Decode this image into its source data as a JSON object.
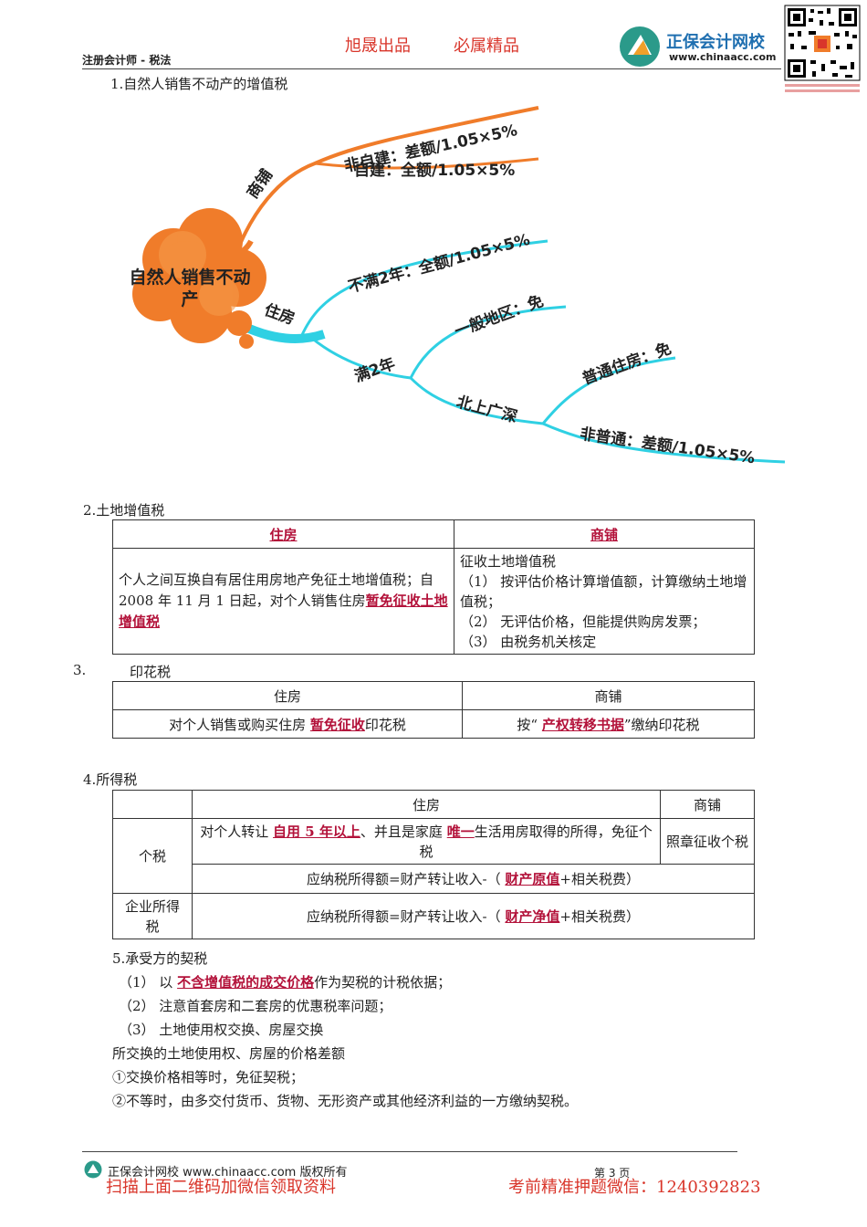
{
  "header": {
    "slogan_left": "旭晟出品",
    "slogan_right": "必属精品",
    "doc_title": "注册会计师 - 税法",
    "brand_name": "正保会计网校",
    "brand_url": "www.chinaacc.com"
  },
  "section1": {
    "title": "1.自然人销售不动产的增值税",
    "center": "自然人销售不动产",
    "shop": "商铺",
    "shop_nonself": "非自建：差额/1.05×5%",
    "shop_self": "自建：全额/1.05×5%",
    "house": "住房",
    "under2": "不满2年：全额/1.05×5%",
    "over2": "满2年",
    "general": "一般地区：免",
    "bsgs": "北上广深",
    "ordinary": "普通住房：免",
    "nonordinary": "非普通：差额/1.05×5%"
  },
  "section2": {
    "title": "2.土地增值税",
    "col_house": "住房",
    "col_shop": "商铺",
    "house_text1": "个人之间互换自有居住用房地产免征土地增值税；自 2008 年 11 月 1 日起，对个人销售住房",
    "house_mark": "暂免征收土地增值税",
    "shop_line1": "征收土地增值税",
    "shop_line2": "（1） 按评估价格计算增值额，计算缴纳土地增值税；",
    "shop_line3": "（2） 无评估价格，但能提供购房发票；",
    "shop_line4": "（3） 由税务机关核定"
  },
  "section3": {
    "num": "3.",
    "title": "印花税",
    "col_house": "住房",
    "col_shop": "商铺",
    "house_pre": "对个人销售或购买住房",
    "house_mark": "暂免征收",
    "house_post": "印花税",
    "shop_pre": "按“",
    "shop_mark": "产权转移书据",
    "shop_post": "”缴纳印花税"
  },
  "section4": {
    "title": "4.所得税",
    "col_house": "住房",
    "col_shop": "商铺",
    "row1_label": "个税",
    "row1_a": "对个人转让",
    "row1_mark1": "自用 5 年以上",
    "row1_b": "、并且是家庭",
    "row1_mark2": "唯一",
    "row1_c": "生活用房取得的所得，免征个税",
    "row1_shop": "照章征收个税",
    "row1_formula_pre": "应纳税所得额=财产转让收入-（",
    "row1_formula_mark": "财产原值",
    "row1_formula_post": "+相关税费）",
    "row2_label": "企业所得税",
    "row2_formula_pre": "应纳税所得额=财产转让收入-（",
    "row2_formula_mark": "财产净值",
    "row2_formula_post": "+相关税费）"
  },
  "section5": {
    "title": "5.承受方的契税",
    "l1_pre": "（1） 以",
    "l1_mark": "不含增值税的成交价格",
    "l1_post": "作为契税的计税依据；",
    "l2": "（2） 注意首套房和二套房的优惠税率问题；",
    "l3": "（3） 土地使用权交换、房屋交换",
    "l4": "所交换的土地使用权、房屋的价格差额",
    "l5": "①交换价格相等时，免征契税；",
    "l6": "②不等时，由多交付货币、货物、无形资产或其他经济利益的一方缴纳契税。"
  },
  "footer": {
    "copyright": "正保会计网校 www.chinaacc.com 版权所有",
    "page": "第 3 页",
    "left_promo": "扫描上面二维码加微信领取资料",
    "right_promo": "考前精准押题微信：1240392823"
  },
  "colors": {
    "orange": "#f07c2a",
    "cyan": "#2fd0e3",
    "brand_red": "#d9362b",
    "mark_red": "#b3123a"
  },
  "icons": [
    "chinaacc-logo-icon",
    "qr-code-icon"
  ]
}
